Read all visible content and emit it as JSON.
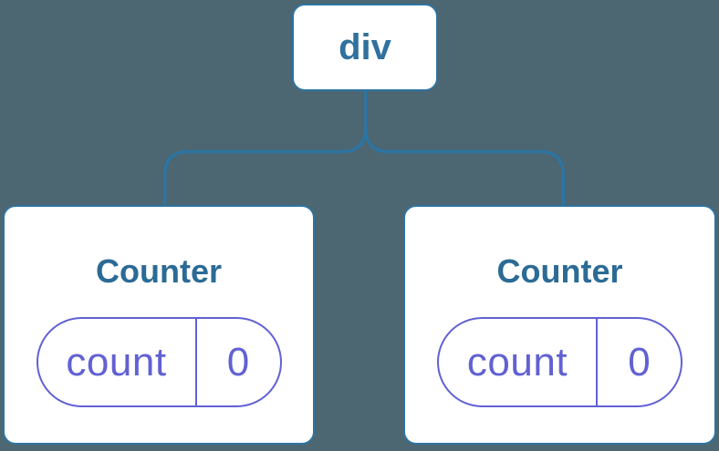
{
  "diagram": {
    "colors": {
      "bg": "#4c6672",
      "line": "#2e74a1",
      "node-text": "#30719d",
      "title-text": "#2b6b95",
      "purple": "#6161d3",
      "card-bg": "#ffffff"
    },
    "root": {
      "label": "div"
    },
    "children": [
      {
        "title": "Counter",
        "state": {
          "key": "count",
          "value": "0"
        }
      },
      {
        "title": "Counter",
        "state": {
          "key": "count",
          "value": "0"
        }
      }
    ]
  }
}
